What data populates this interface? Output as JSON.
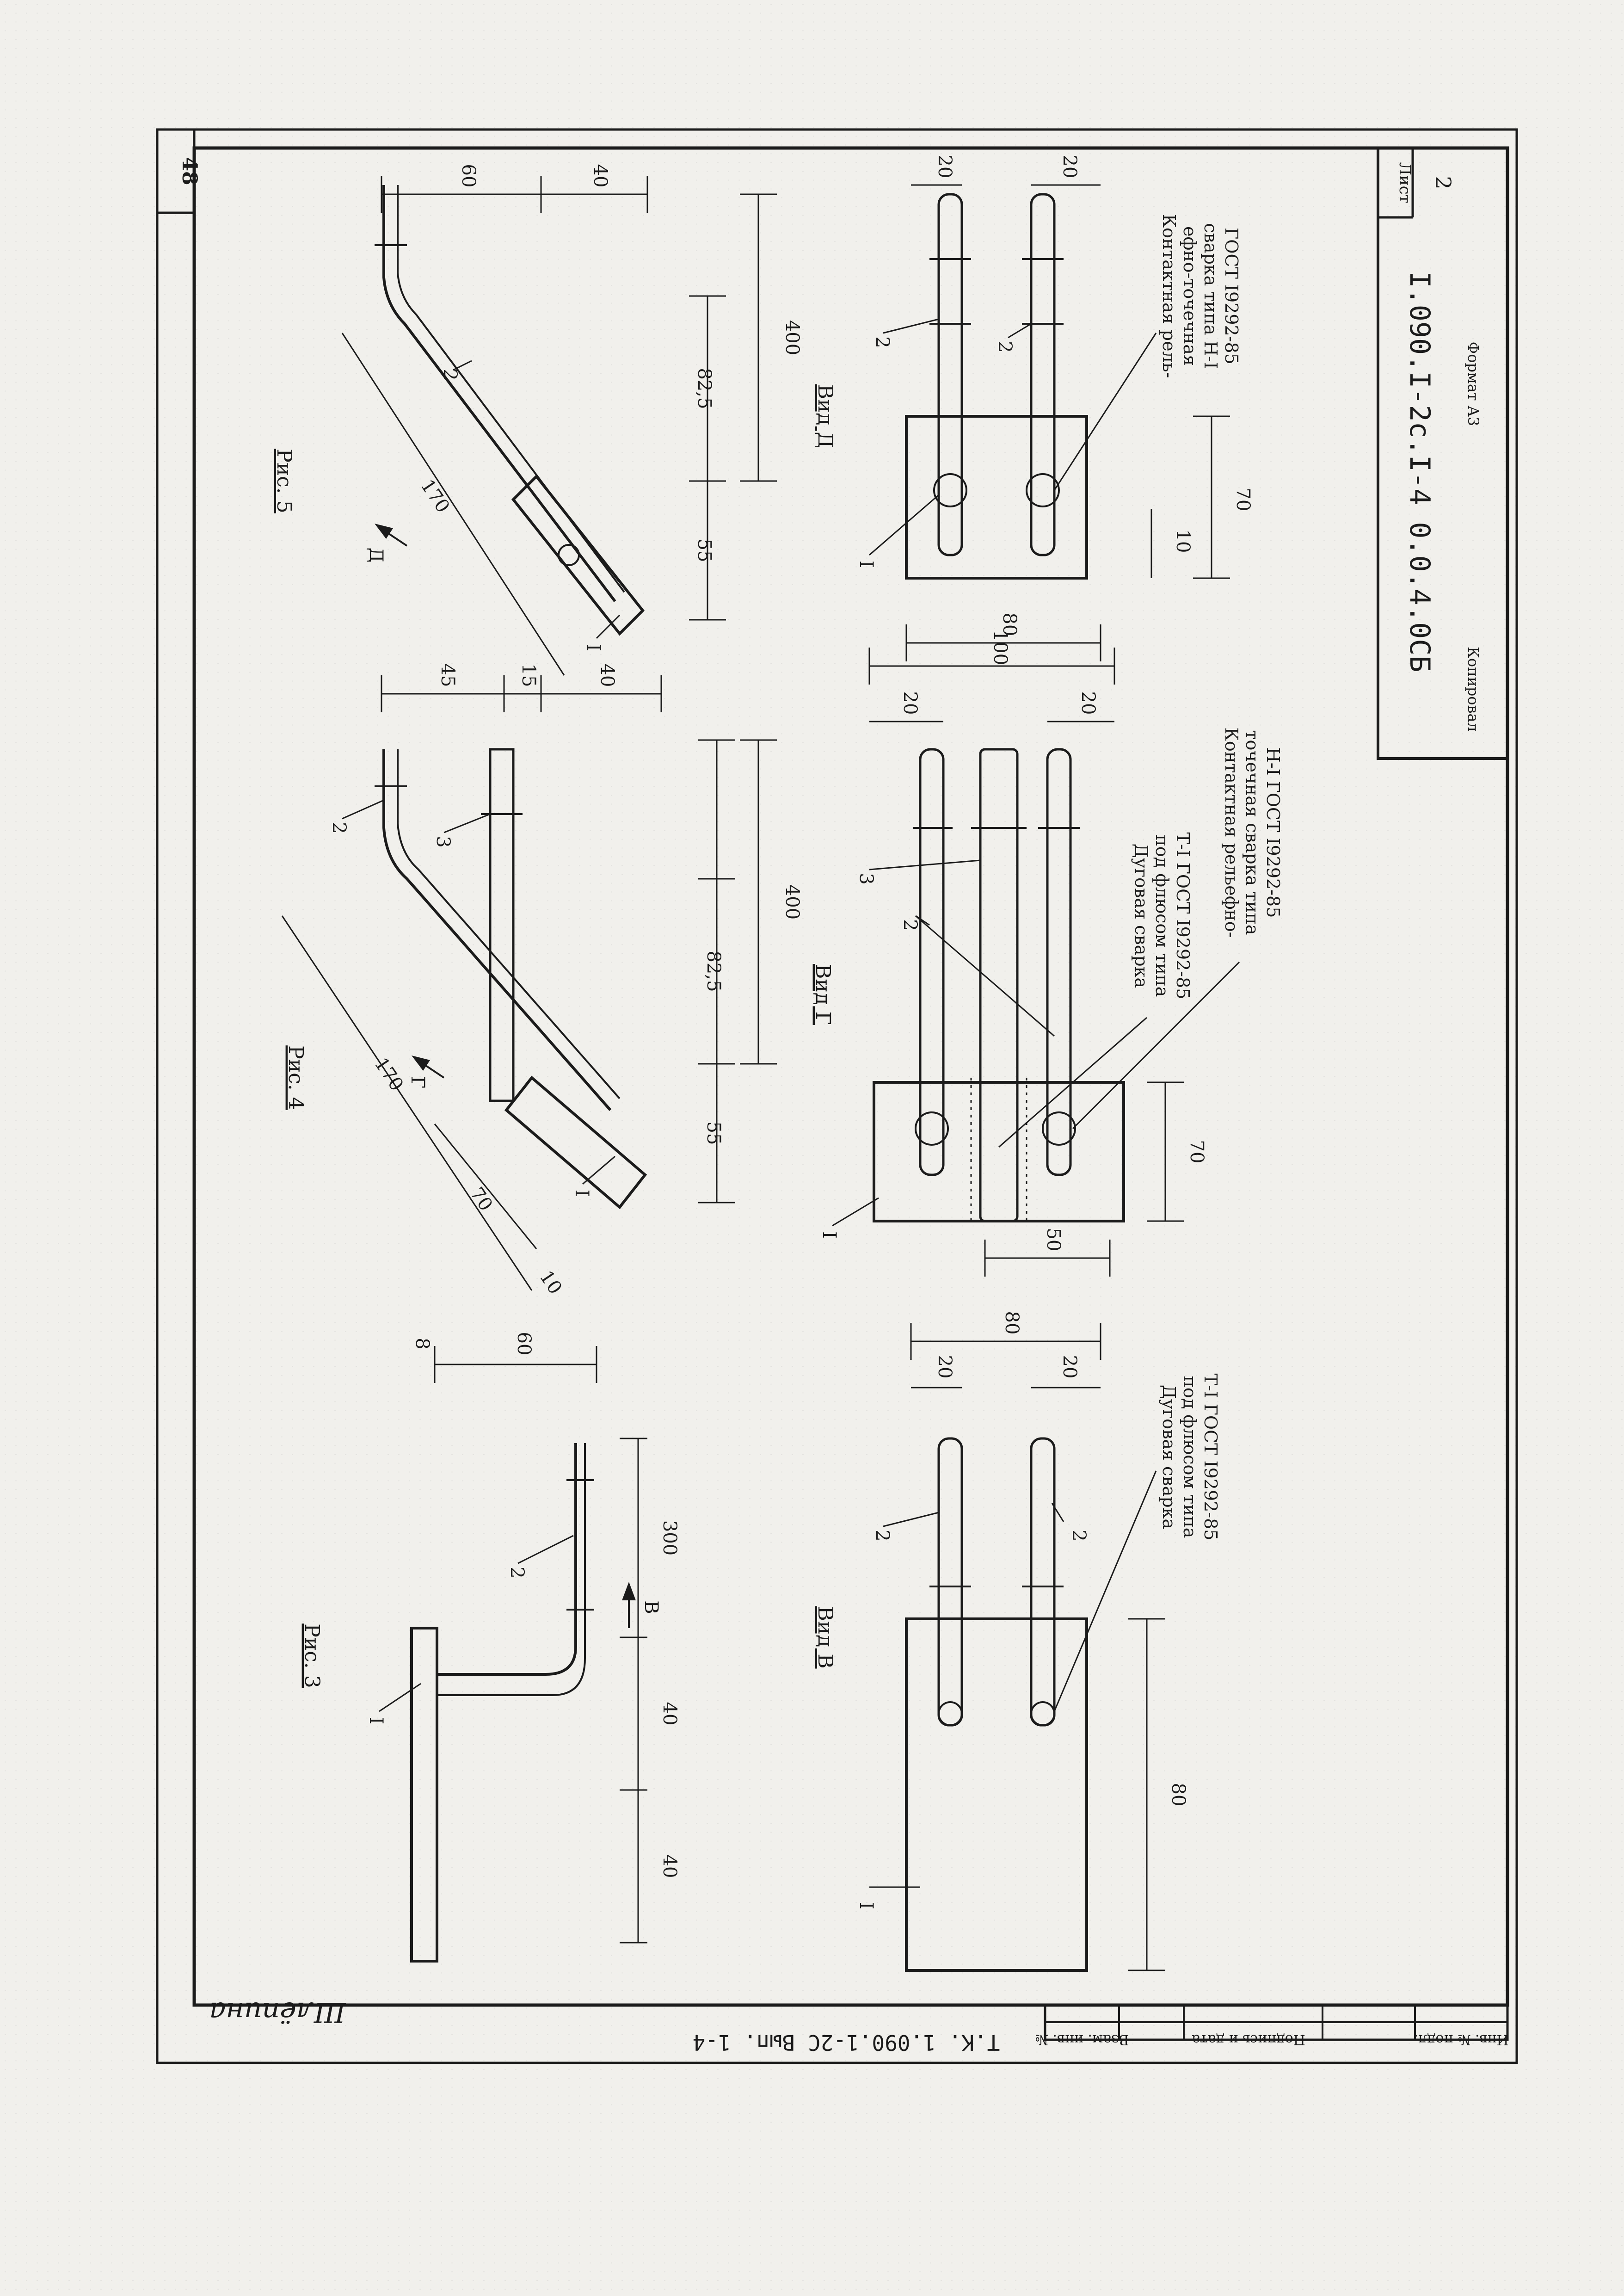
{
  "sheet": {
    "corner_number": "48",
    "title_block": {
      "sheet_label": "Лист",
      "sheet_number": "2",
      "doc_code": "I.090.I-2c.I-4 0.0.4.0СБ",
      "copied_label": "Копировал",
      "format_label": "Формат А3"
    },
    "left_strip": {
      "inv_podl": "Инв. № подл.",
      "podpis_data": "Подпись и дата",
      "vzam_inv": "Взам. инв. №",
      "series_ref": "Т.К. 1.090.1-2С  Вып. 1-4",
      "signature": "Шлёпина"
    }
  },
  "figures": {
    "ris3": {
      "title": "Рис. 3",
      "parts": [
        "I",
        "2"
      ],
      "view_arrow": "В",
      "dims": [
        "8",
        "60",
        "40",
        "40",
        "300"
      ]
    },
    "ris4": {
      "title": "Рис. 4",
      "parts": [
        "2",
        "3",
        "I"
      ],
      "view_arrow": "Г",
      "dims": [
        "45",
        "15",
        "40",
        "400",
        "82,5",
        "55",
        "170",
        "70",
        "10"
      ]
    },
    "ris5": {
      "title": "Рис. 5",
      "parts": [
        "2",
        "I"
      ],
      "view_arrow": "Д",
      "dims": [
        "60",
        "40",
        "400",
        "82,5",
        "55",
        "170"
      ]
    },
    "vid_v": {
      "title": "Вид В",
      "parts": [
        "2",
        "2",
        "I"
      ],
      "dims": [
        "80",
        "20",
        "20",
        "80"
      ],
      "weld_note": [
        "Дуговая сварка",
        "под флюсом типа",
        "Т-I ГОСТ I9292-85"
      ]
    },
    "vid_g": {
      "title": "Вид Г",
      "parts": [
        "3",
        "2",
        "I"
      ],
      "dims": [
        "100",
        "20",
        "20",
        "70",
        "50"
      ],
      "weld_note_1": [
        "Дуговая сварка",
        "под флюсом типа",
        "Т-I ГОСТ I9292-85"
      ],
      "weld_note_2": [
        "Контактная рельефно-",
        "точечная сварка типа",
        "Н-I ГОСТ I9292-85"
      ]
    },
    "vid_d": {
      "title": "Вид Д",
      "parts": [
        "2",
        "2",
        "I"
      ],
      "dims": [
        "20",
        "20",
        "80",
        "10",
        "70"
      ],
      "weld_note": [
        "Контактная рель-",
        "ефно-точечная",
        "сварка типа Н-I",
        "ГОСТ I9292-85"
      ]
    }
  }
}
